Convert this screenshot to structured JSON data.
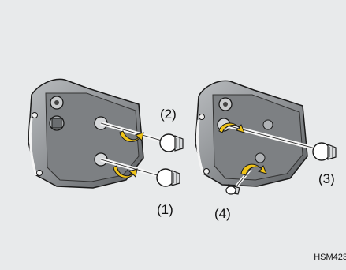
{
  "callouts": {
    "c1": "(1)",
    "c2": "(2)",
    "c3": "(3)",
    "c4": "(4)"
  },
  "figure_code": "HSM423",
  "colors": {
    "background": "#e8eaeb",
    "housing": "#8a8d90",
    "housing_dark": "#5a5d60",
    "housing_light": "#b9bcbf",
    "arrow": "#f0c419",
    "outline": "#1a1a1a"
  }
}
